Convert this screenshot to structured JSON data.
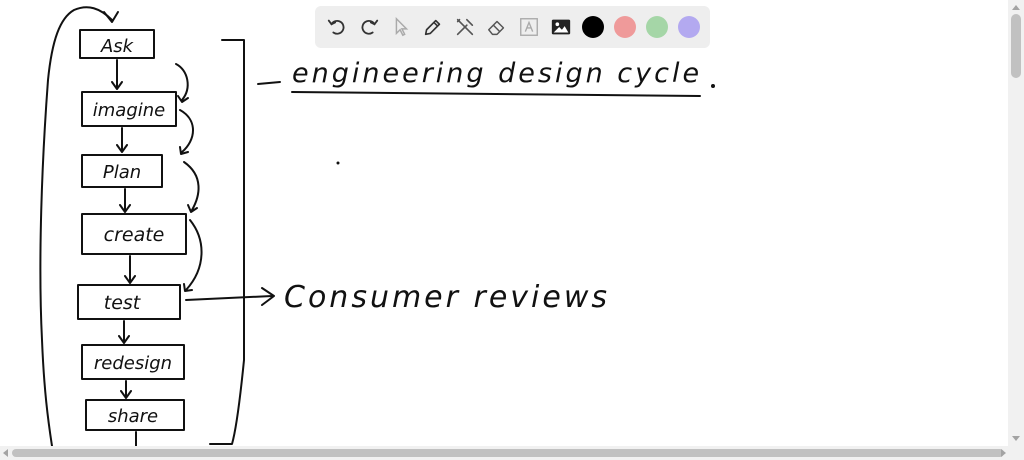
{
  "toolbar": {
    "tools": [
      {
        "name": "undo-icon"
      },
      {
        "name": "redo-icon"
      },
      {
        "name": "pointer-icon"
      },
      {
        "name": "pen-icon"
      },
      {
        "name": "tools-icon"
      },
      {
        "name": "eraser-icon"
      },
      {
        "name": "text-icon"
      },
      {
        "name": "image-icon"
      }
    ],
    "colors": [
      "#000000",
      "#ef9a9a",
      "#a5d6a7",
      "#b3a9f0"
    ]
  },
  "whiteboard": {
    "title": "engineering design cycle",
    "steps": [
      "Ask",
      "imagine",
      "Plan",
      "create",
      "test",
      "redesign",
      "share"
    ],
    "test_note": "Consumer reviews"
  }
}
